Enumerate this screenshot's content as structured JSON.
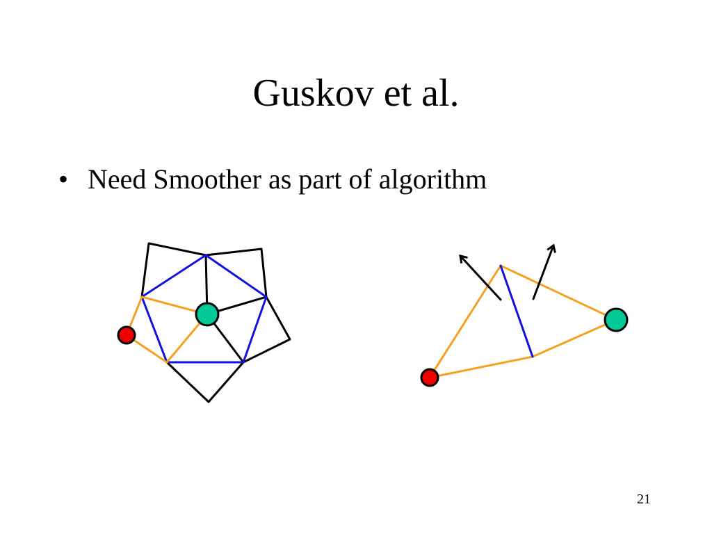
{
  "slide": {
    "title": "Guskov et al.",
    "bullets": [
      {
        "marker": "•",
        "text": "Need Smoother as part of algorithm"
      }
    ],
    "page_number": "21"
  },
  "colors": {
    "mesh_edge": "#000000",
    "ring_edge": "#1010e0",
    "flap_edge": "#f5a020",
    "vertex_green": "#00c896",
    "vertex_red": "#ee0000",
    "vertex_stroke": "#000000"
  },
  "icons": {
    "left_figure": "pentagon-mesh-stencil",
    "right_figure": "edge-flip-diagram",
    "arrows": "normal-arrow-icon"
  }
}
